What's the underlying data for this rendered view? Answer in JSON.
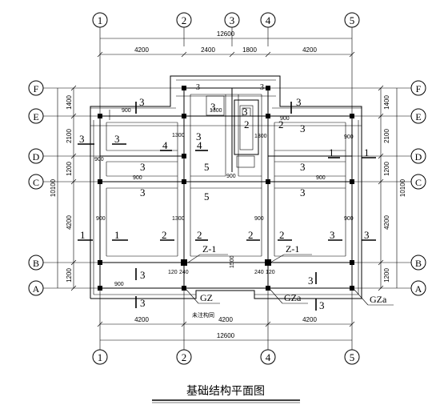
{
  "drawing": {
    "title": "基础结构平面图",
    "note": "未注构同",
    "axes": {
      "top": [
        "1",
        "2",
        "3",
        "4",
        "5"
      ],
      "bottom": [
        "1",
        "2",
        "4",
        "5"
      ],
      "left": [
        "F",
        "E",
        "D",
        "C",
        "B",
        "A"
      ],
      "right": [
        "F",
        "E",
        "D",
        "C",
        "B",
        "A"
      ]
    },
    "dims": {
      "top_total": "12600",
      "top_spans": [
        "4200",
        "2400",
        "1800",
        "4200"
      ],
      "bottom_total": "12600",
      "bottom_spans": [
        "4200",
        "4200",
        "4200"
      ],
      "left_spans": [
        "1400",
        "2100",
        "1200",
        "4200",
        "1200"
      ],
      "left_total": "10100",
      "right_spans": [
        "1400",
        "2100",
        "1200",
        "4200",
        "1200"
      ],
      "right_total": "10100",
      "inner": [
        "900",
        "1300",
        "900",
        "900",
        "1300",
        "900",
        "900",
        "900",
        "1300",
        "900",
        "900",
        "1300",
        "900",
        "900",
        "900",
        "120",
        "240",
        "240",
        "120",
        "1500"
      ]
    },
    "section_marks": {
      "s1": "1",
      "s2": "2",
      "s3": "3",
      "s4": "4",
      "s5": "5"
    },
    "labels": {
      "z1": "Z-1",
      "gz": "GZ",
      "gza": "GZa"
    }
  }
}
